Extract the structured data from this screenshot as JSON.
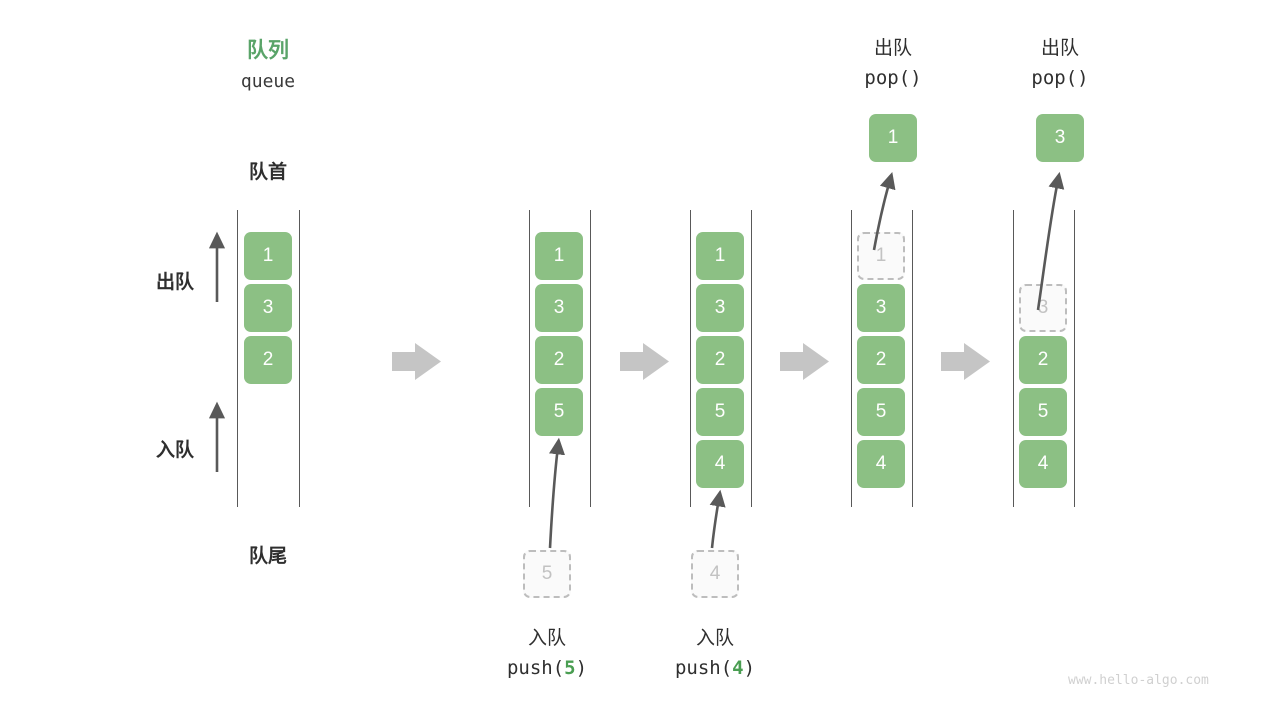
{
  "diagram": {
    "title_cn": "队列",
    "title_en": "queue",
    "front_label": "队首",
    "rear_label": "队尾",
    "dequeue_label": "出队",
    "enqueue_label": "入队",
    "accent_green": "#5aa469",
    "cell_green": "#8cc084",
    "arrow_gray": "#c5c5c5",
    "stroke_gray": "#595959",
    "watermark": "www.hello-algo.com"
  },
  "stages": [
    {
      "name": "initial-queue",
      "cells": [
        "1",
        "3",
        "2"
      ],
      "ghost_index": null,
      "op_cn": "",
      "op_code_prefix": "",
      "op_code_num": "",
      "op_code_suffix": "",
      "floating_cell": "",
      "push_cell": ""
    },
    {
      "name": "after-push-5",
      "cells": [
        "1",
        "3",
        "2",
        "5"
      ],
      "ghost_index": null,
      "op_cn": "入队",
      "op_code_prefix": "push(",
      "op_code_num": "5",
      "op_code_suffix": ")",
      "floating_cell": "",
      "push_cell": "5"
    },
    {
      "name": "after-push-4",
      "cells": [
        "1",
        "3",
        "2",
        "5",
        "4"
      ],
      "ghost_index": null,
      "op_cn": "入队",
      "op_code_prefix": "push(",
      "op_code_num": "4",
      "op_code_suffix": ")",
      "floating_cell": "",
      "push_cell": "4"
    },
    {
      "name": "pop-1",
      "cells": [
        "1",
        "3",
        "2",
        "5",
        "4"
      ],
      "ghost_index": 0,
      "op_cn": "出队",
      "op_code_prefix": "pop(",
      "op_code_num": "",
      "op_code_suffix": ")",
      "floating_cell": "1",
      "push_cell": ""
    },
    {
      "name": "pop-3",
      "cells": [
        "",
        "3",
        "2",
        "5",
        "4"
      ],
      "ghost_index": 1,
      "op_cn": "出队",
      "op_code_prefix": "pop(",
      "op_code_num": "",
      "op_code_suffix": ")",
      "floating_cell": "3",
      "push_cell": ""
    }
  ]
}
